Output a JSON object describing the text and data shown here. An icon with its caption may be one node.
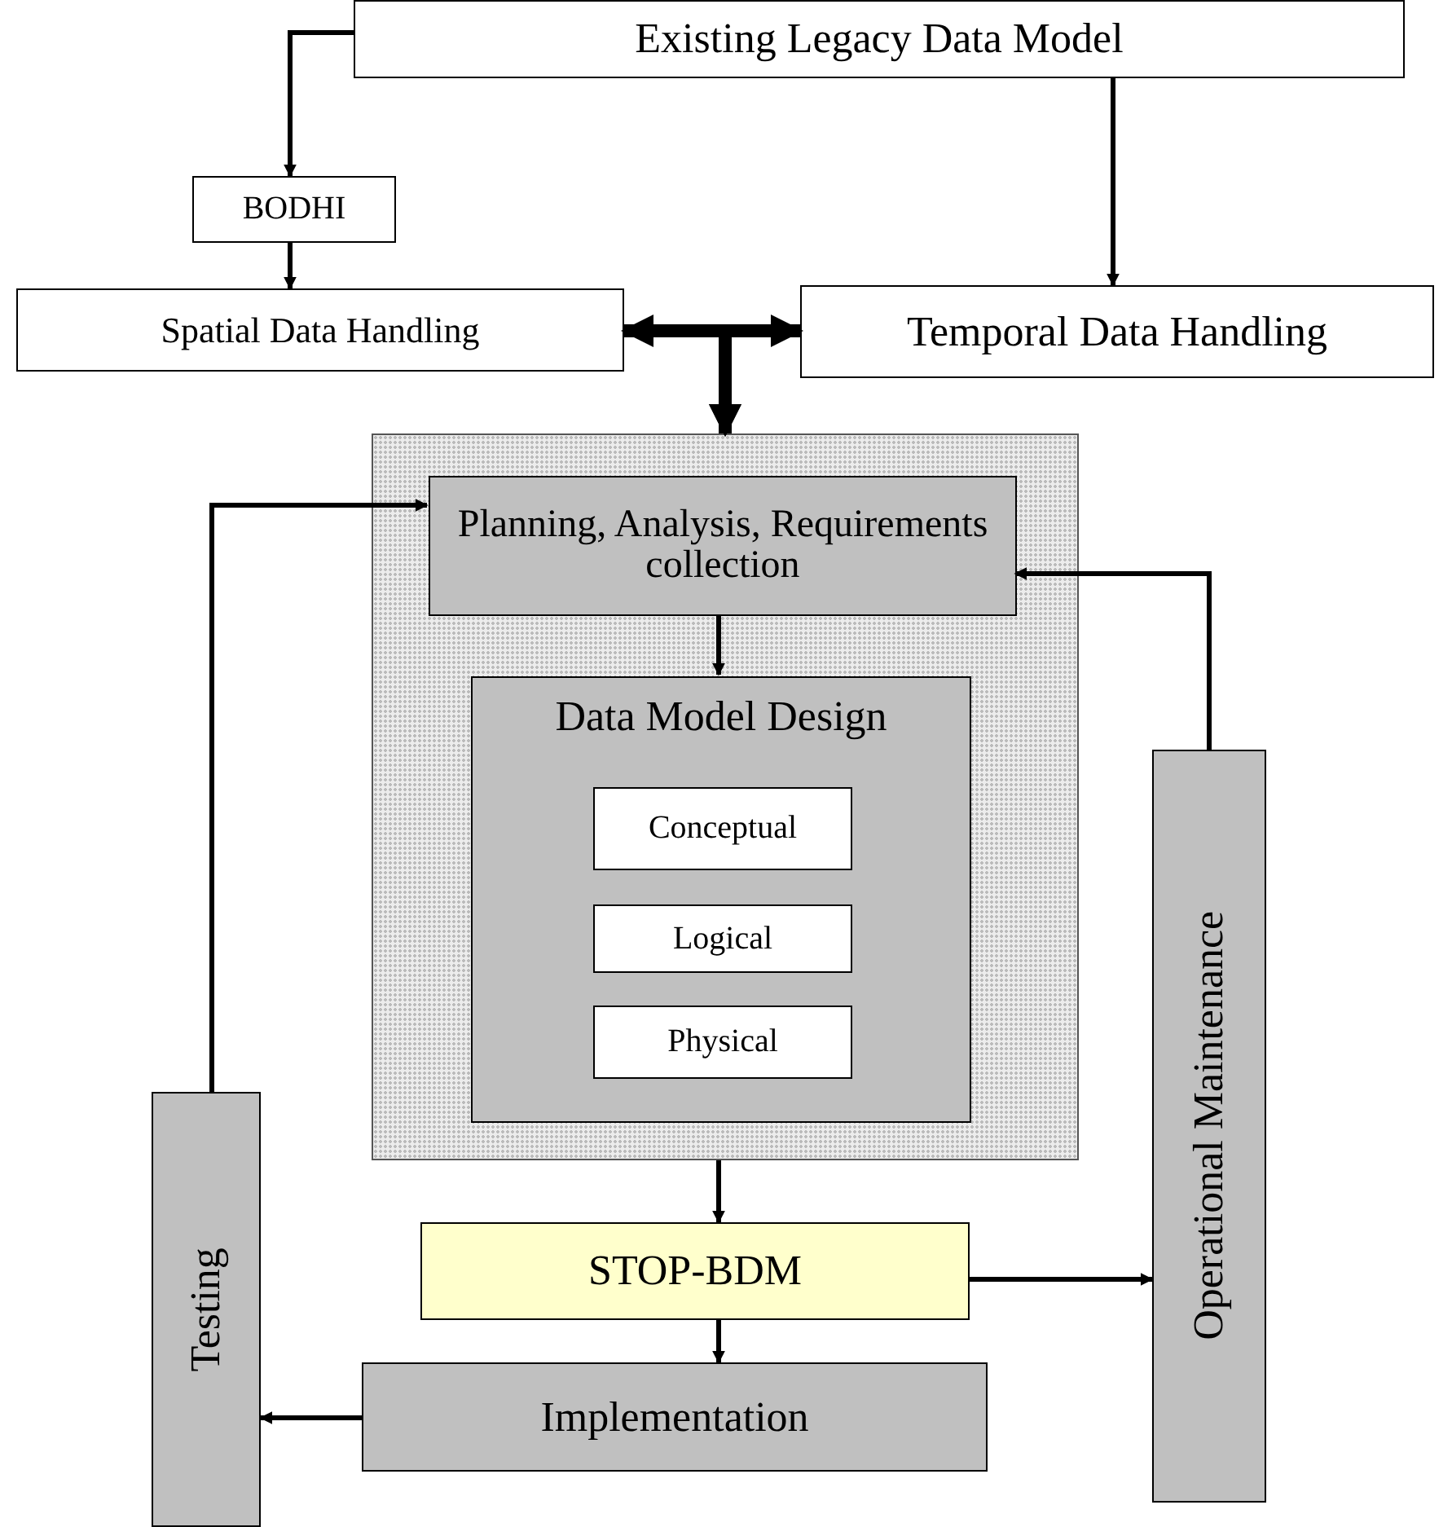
{
  "diagram": {
    "nodes": [
      {
        "text": [
          "Existing Legacy Data Model"
        ]
      },
      {
        "text": [
          "BODHI"
        ]
      },
      {
        "text": [
          "Spatial Data Handling"
        ]
      },
      {
        "text": [
          "Temporal Data Handling"
        ]
      },
      {
        "text": [],
        "shape": "box"
      },
      {
        "text": [
          "Planning, Analysis, Requirements collection"
        ],
        "in": 4
      },
      {
        "text": [
          "Data Model Design"
        ],
        "in": 4
      },
      {
        "text": [
          "Conceptual"
        ],
        "in": 6
      },
      {
        "text": [
          "Logical"
        ],
        "in": 6
      },
      {
        "text": [
          "Physical"
        ],
        "in": 6
      },
      {
        "text": [
          "STOP-BDM"
        ]
      },
      {
        "text": [
          "Implementation"
        ]
      },
      {
        "text": [
          "Testing"
        ]
      },
      {
        "text": [
          "Operational Maintenance"
        ]
      }
    ],
    "edges": [
      {
        "from": 0,
        "to": 1,
        "arrow": "to"
      },
      {
        "from": 1,
        "to": 2,
        "arrow": "to"
      },
      {
        "from": 0,
        "to": 3,
        "arrow": "to"
      },
      {
        "from": 2,
        "to": 3,
        "arrow": "both",
        "style": "thick"
      },
      {
        "from": 2,
        "to": 4,
        "arrow": "to",
        "style": "thick"
      },
      {
        "from": 3,
        "to": 4,
        "arrow": "to",
        "style": "thick"
      },
      {
        "from": 5,
        "to": 6,
        "arrow": "to"
      },
      {
        "from": 4,
        "to": 10,
        "arrow": "to"
      },
      {
        "from": 10,
        "to": 13,
        "arrow": "to"
      },
      {
        "from": 10,
        "to": 11,
        "arrow": "to"
      },
      {
        "from": 11,
        "to": 12,
        "arrow": "to"
      },
      {
        "from": 12,
        "to": 5,
        "arrow": "to"
      },
      {
        "from": 13,
        "to": 5,
        "arrow": "to"
      }
    ]
  }
}
